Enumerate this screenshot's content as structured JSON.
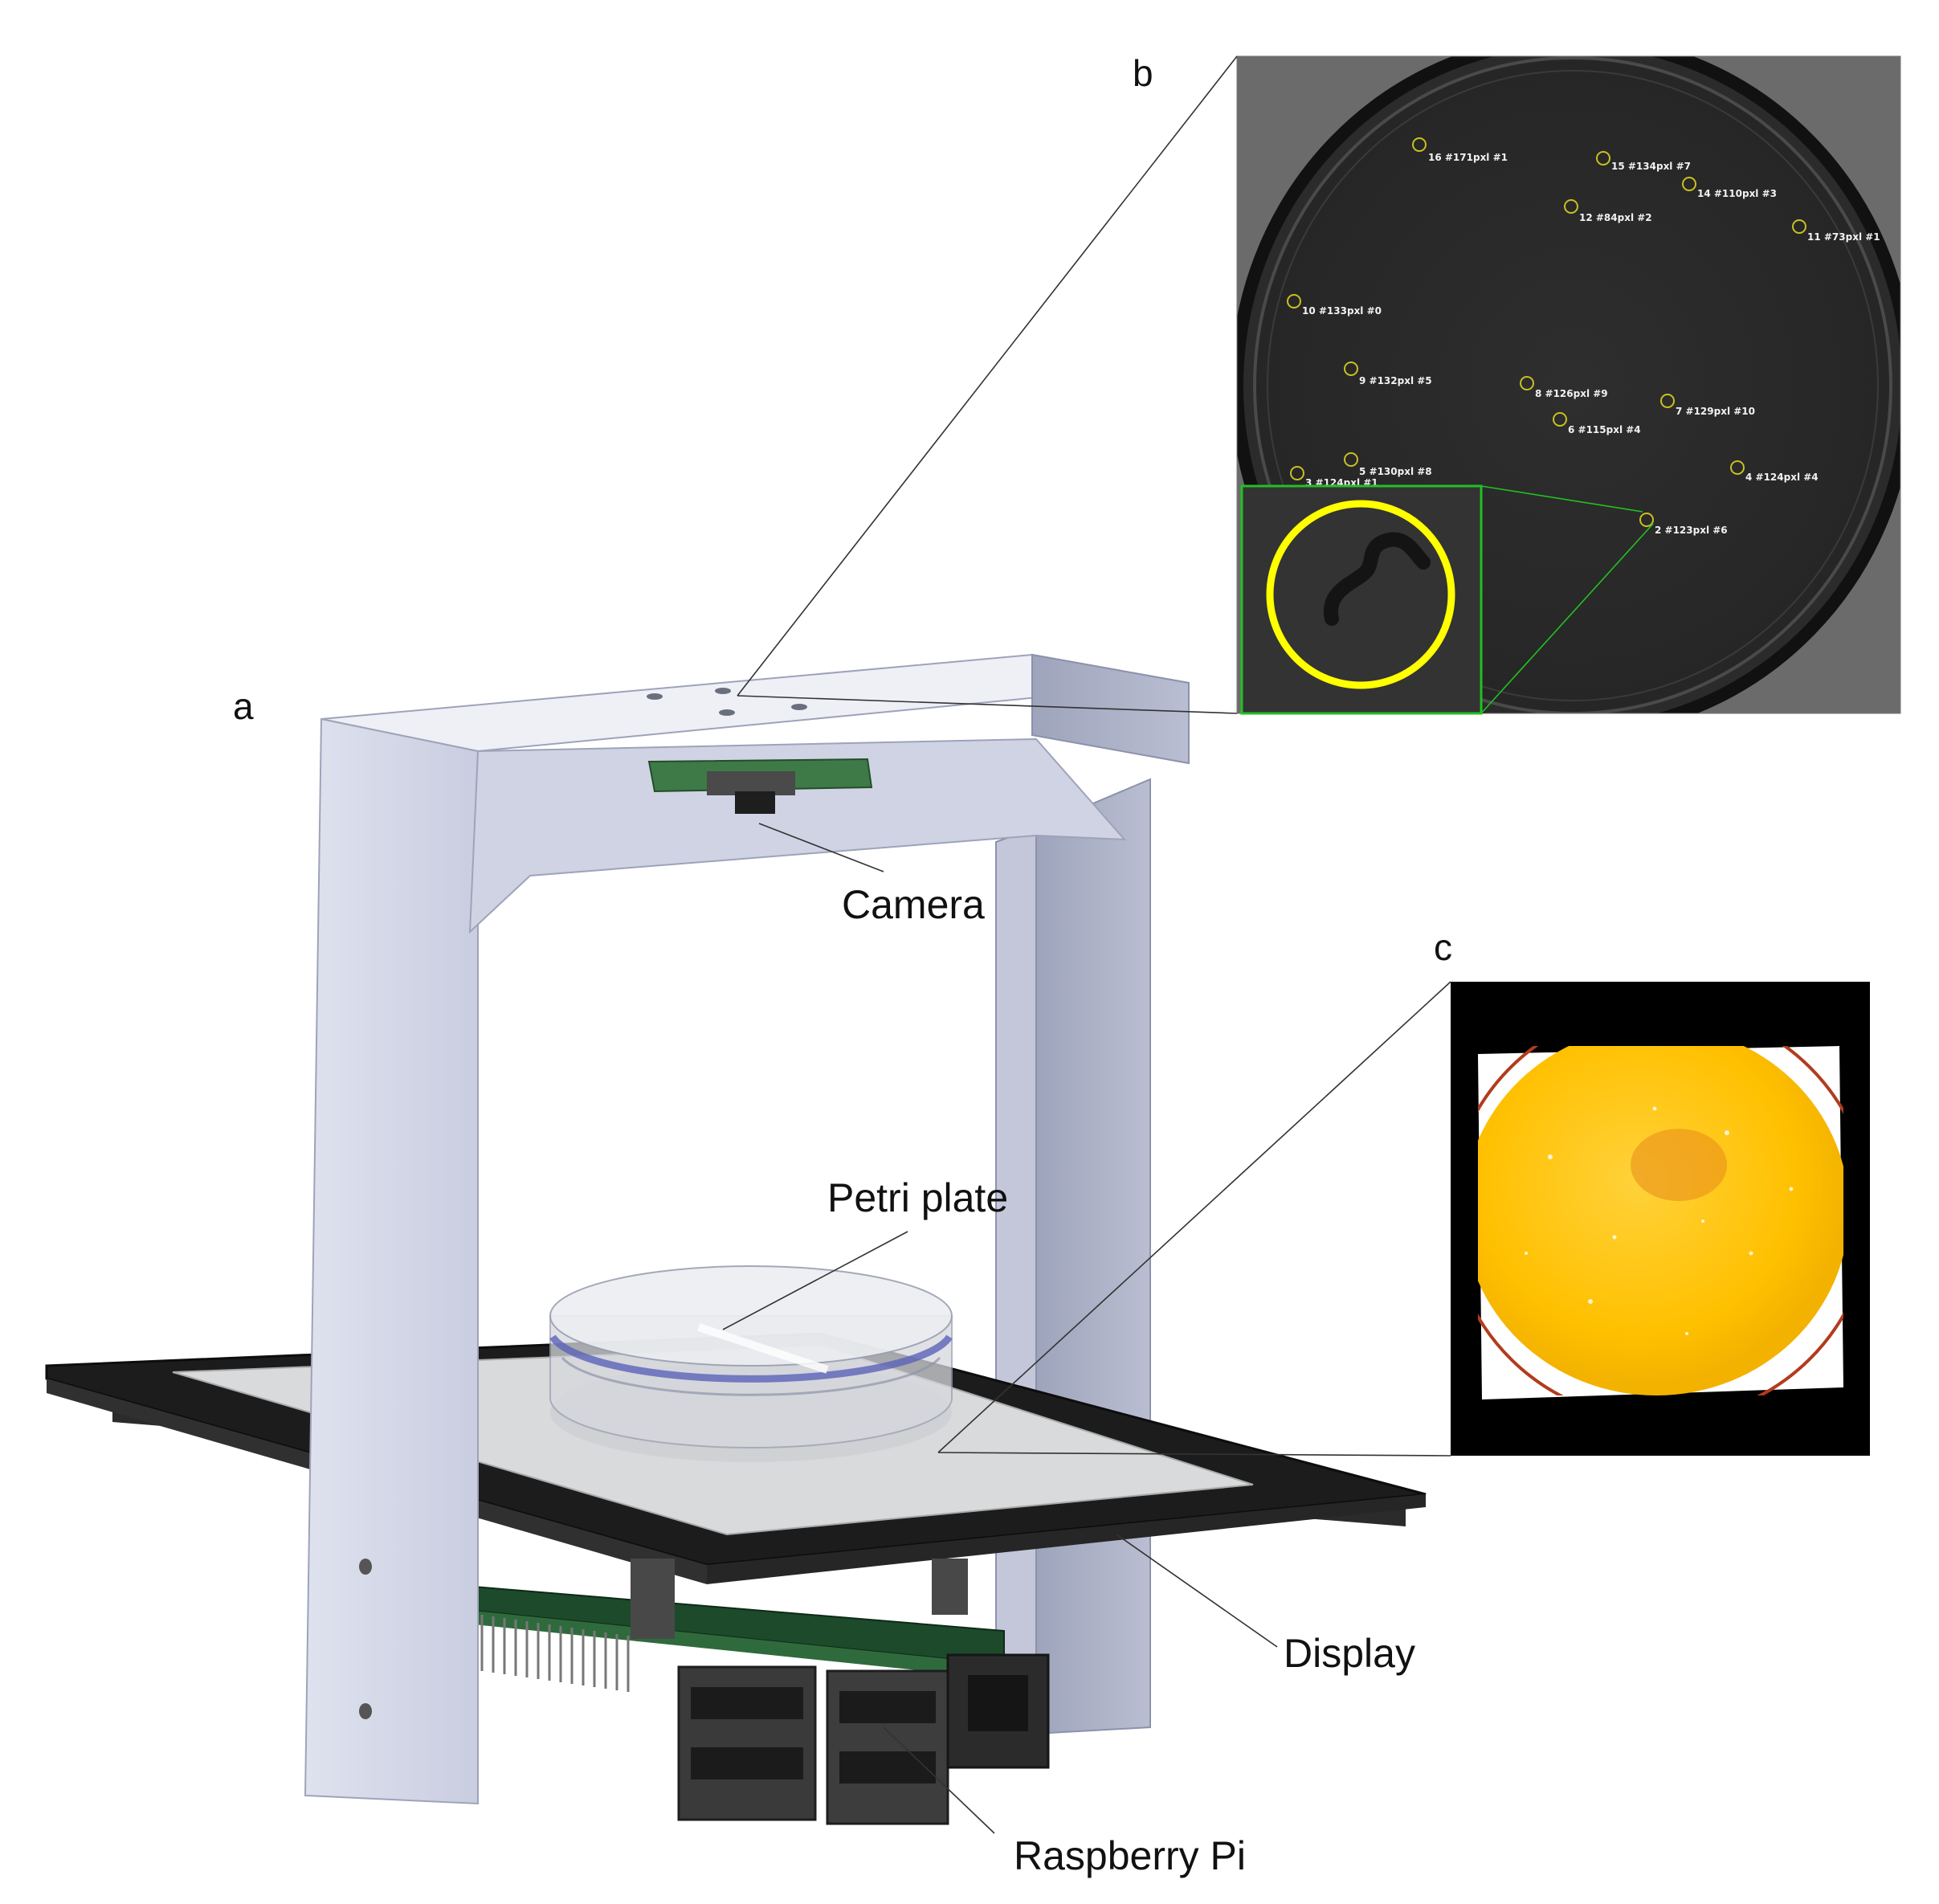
{
  "panels": {
    "a": "a",
    "b": "b",
    "c": "c"
  },
  "callouts": {
    "camera": "Camera",
    "petri_plate": "Petri plate",
    "display": "Display",
    "raspberry_pi": "Raspberry Pi"
  },
  "detections": [
    "16 #171pxl #1",
    "15 #134pxl #7",
    "14 #110pxl #3",
    "12 #84pxl #2",
    "11 #73pxl #1",
    "10 #133pxl #0",
    "9 #132pxl #5",
    "8 #126pxl #9",
    "7 #129pxl #10",
    "6 #115pxl #4",
    "5 #130pxl #8",
    "4 #124pxl #4",
    "3 #124pxl #1",
    "2 #123pxl #6"
  ],
  "colors": {
    "detection_marker": "#c8c020",
    "zoom_circle": "#ffff00",
    "zoom_frame": "#22c022",
    "dish_fill": "#ffc400"
  }
}
